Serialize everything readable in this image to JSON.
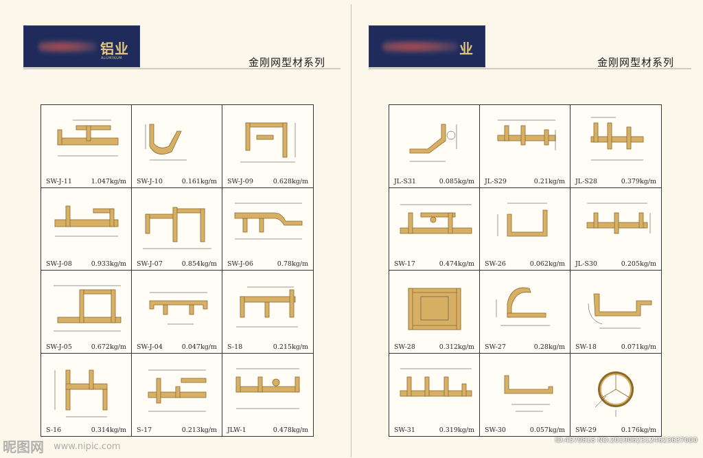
{
  "left": {
    "logo_text": "铝业",
    "logo_sub": "ALUMINUM",
    "series_title": "金刚网型材系列",
    "items": [
      {
        "code": "SW-J-11",
        "weight": "1.047kg/m"
      },
      {
        "code": "SW-J-10",
        "weight": "0.161kg/m"
      },
      {
        "code": "SW-J-09",
        "weight": "0.628kg/m"
      },
      {
        "code": "SW-J-08",
        "weight": "0.933kg/m"
      },
      {
        "code": "SW-J-07",
        "weight": "0.854kg/m"
      },
      {
        "code": "SW-J-06",
        "weight": "0.78kg/m"
      },
      {
        "code": "SW-J-05",
        "weight": "0.672kg/m"
      },
      {
        "code": "SW-J-04",
        "weight": "0.047kg/m"
      },
      {
        "code": "S-18",
        "weight": "0.215kg/m"
      },
      {
        "code": "S-16",
        "weight": "0.314kg/m"
      },
      {
        "code": "S-17",
        "weight": "0.213kg/m"
      },
      {
        "code": "JLW-1",
        "weight": "0.478kg/m"
      }
    ]
  },
  "right": {
    "logo_text": "业",
    "series_title": "金刚网型材系列",
    "items": [
      {
        "code": "JL-S31",
        "weight": "0.085kg/m"
      },
      {
        "code": "JL-S29",
        "weight": "0.21kg/m"
      },
      {
        "code": "JL-S28",
        "weight": "0.379kg/m"
      },
      {
        "code": "SW-17",
        "weight": "0.474kg/m"
      },
      {
        "code": "SW-26",
        "weight": "0.062kg/m"
      },
      {
        "code": "JL-S30",
        "weight": "0.205kg/m"
      },
      {
        "code": "SW-28",
        "weight": "0.312kg/m"
      },
      {
        "code": "SW-27",
        "weight": "0.28kg/m"
      },
      {
        "code": "SW-18",
        "weight": "0.071kg/m"
      },
      {
        "code": "SW-31",
        "weight": "0.319kg/m"
      },
      {
        "code": "SW-30",
        "weight": "0.057kg/m"
      },
      {
        "code": "SW-29",
        "weight": "0.176kg/m"
      }
    ]
  },
  "watermark": {
    "brand": "昵图网",
    "url": "www.nipic.com",
    "id_text": "ID:4579818 NO:20190623124623637000"
  }
}
